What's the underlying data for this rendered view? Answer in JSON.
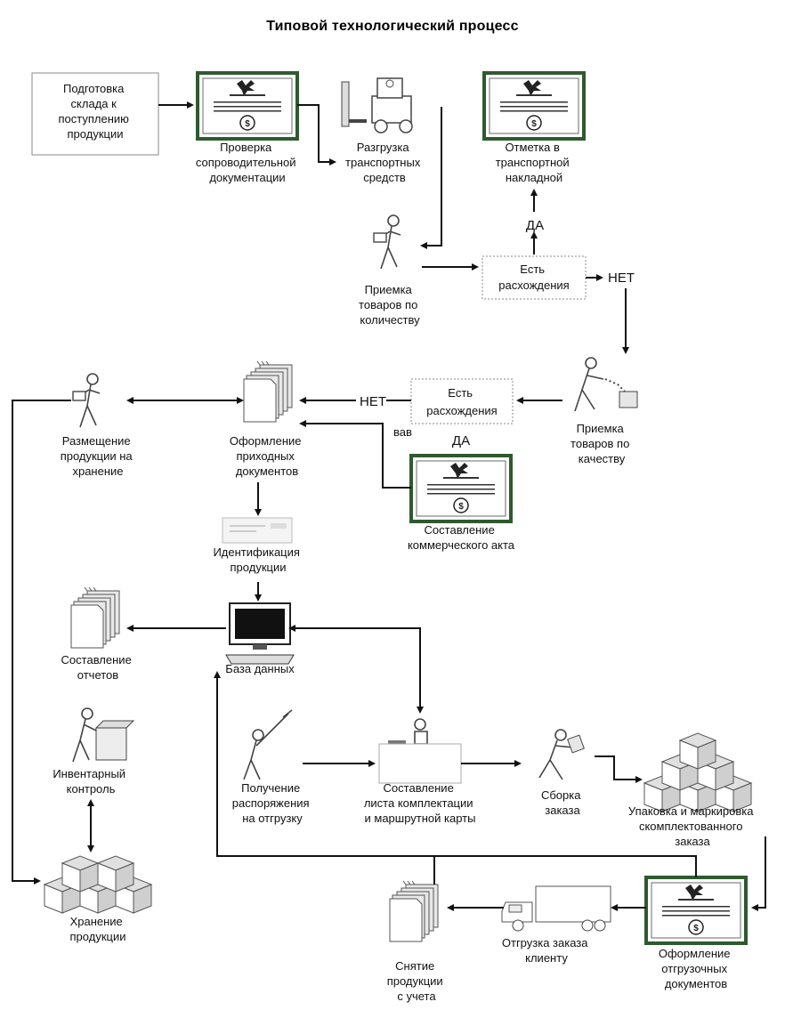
{
  "title": "Типовой технологический процесс",
  "nodes": {
    "warehouse_prep": [
      "Подготовка",
      "склада к",
      "поступлению",
      "продукции"
    ],
    "doc_check": [
      "Проверка",
      "сопроводительной",
      "документации"
    ],
    "unloading": [
      "Разгрузка",
      "транспортных",
      "средств"
    ],
    "waybill_mark": [
      "Отметка в",
      "транспортной",
      "накладной"
    ],
    "qty_accept": [
      "Приемка",
      "товаров по",
      "количеству"
    ],
    "discrepancy_1": [
      "Есть",
      "расхождения"
    ],
    "quality_accept": [
      "Приемка",
      "товаров по",
      "качеству"
    ],
    "discrepancy_2": [
      "Есть",
      "расхождения"
    ],
    "receipt_docs": [
      "Оформление",
      "приходных",
      "документов"
    ],
    "placement": [
      "Размещение",
      "продукции на",
      "хранение"
    ],
    "commercial_act": [
      "Составление",
      "коммерческого акта"
    ],
    "identification": [
      "Идентификация",
      "продукции"
    ],
    "reports": [
      "Составление",
      "отчетов"
    ],
    "database": [
      "База данных"
    ],
    "inventory": [
      "Инвентарный",
      "контроль"
    ],
    "storage": [
      "Хранение",
      "продукции"
    ],
    "shipping_order": [
      "Получение",
      "распоряжения",
      "на отгрузку"
    ],
    "picking_list": [
      "Составление",
      "листа комплектации",
      "и маршрутной карты"
    ],
    "order_assembly": [
      "Сборка",
      "заказа"
    ],
    "packing": [
      "Упаковка и маркировка",
      "скомплектованного",
      "заказа"
    ],
    "shipping_docs": [
      "Оформление",
      "отгрузочных",
      "документов"
    ],
    "client_shipment": [
      "Отгрузка заказа",
      "клиенту"
    ],
    "deregistration": [
      "Снятие",
      "продукции",
      "с учета"
    ]
  },
  "branches": {
    "yes_1": "ДА",
    "no_1": "НЕТ",
    "no_2": "НЕТ",
    "vav": "вав",
    "yes_2": "ДА"
  },
  "colors": {
    "doc_frame": "#2f5a2f",
    "line": "#111111",
    "box_border": "#8a8a8a"
  },
  "icons": [
    "certificate-icon",
    "forklift-icon",
    "worker-icon",
    "document-stack-icon",
    "card-icon",
    "computer-icon",
    "box-stack-icon",
    "truck-icon",
    "desk-icon"
  ]
}
